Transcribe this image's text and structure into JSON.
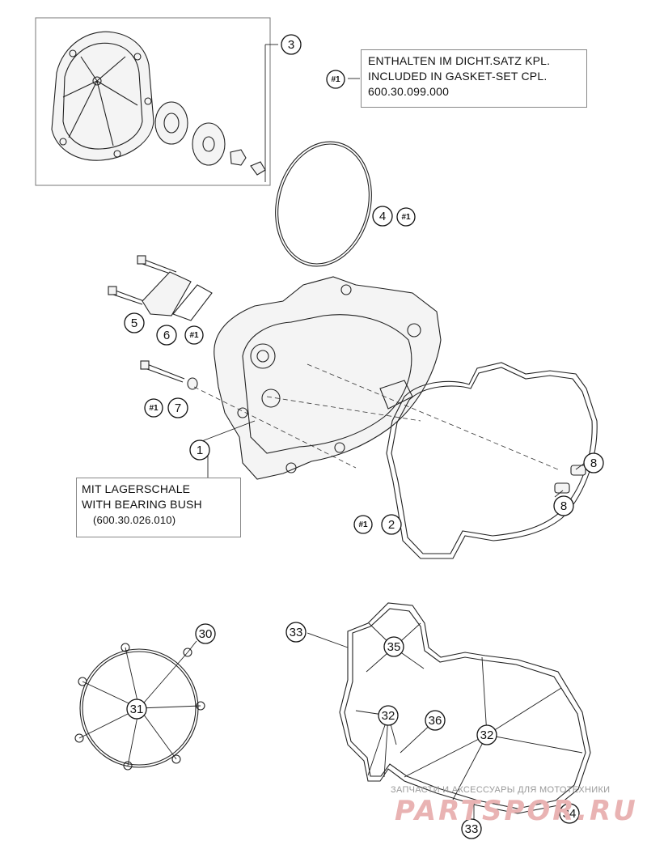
{
  "diagram": {
    "callouts": [
      {
        "id": "c3",
        "label": "3"
      },
      {
        "id": "c4",
        "label": "4"
      },
      {
        "id": "c5",
        "label": "5"
      },
      {
        "id": "c6",
        "label": "6"
      },
      {
        "id": "c7",
        "label": "7"
      },
      {
        "id": "c1",
        "label": "1"
      },
      {
        "id": "c8a",
        "label": "8"
      },
      {
        "id": "c8b",
        "label": "8"
      },
      {
        "id": "c2",
        "label": "2"
      },
      {
        "id": "c30",
        "label": "30"
      },
      {
        "id": "c31",
        "label": "31"
      },
      {
        "id": "c33a",
        "label": "33"
      },
      {
        "id": "c35",
        "label": "35"
      },
      {
        "id": "c32a",
        "label": "32"
      },
      {
        "id": "c36",
        "label": "36"
      },
      {
        "id": "c32b",
        "label": "32"
      },
      {
        "id": "c34",
        "label": "34"
      },
      {
        "id": "c33b",
        "label": "33"
      }
    ],
    "gasket_marker": "#1",
    "notes": {
      "gasket_set": {
        "line1": "ENTHALTEN IM DICHT.SATZ KPL.",
        "line2": "INCLUDED IN GASKET-SET CPL.",
        "line3": "600.30.099.000"
      },
      "bearing": {
        "line1": "MIT LAGERSCHALE",
        "line2": "WITH BEARING BUSH",
        "line3": "(600.30.026.010)"
      }
    }
  },
  "watermark": {
    "caption": "ЗАПЧАСТИ И АКСЕССУАРЫ ДЛЯ МОТОТЕХНИКИ",
    "brand": "PARTSPOR.RU"
  }
}
